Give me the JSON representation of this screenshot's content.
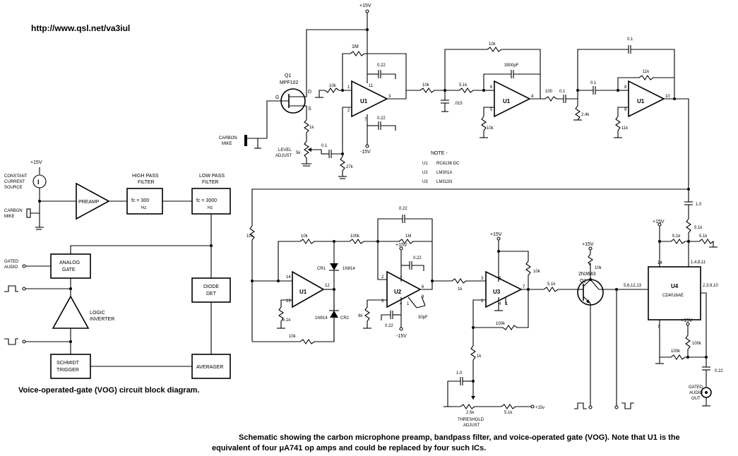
{
  "url": "http://www.qsl.net/va3iul",
  "block": {
    "caption": "Voice-operated-gate (VOG) circuit block diagram.",
    "supply": "+15V",
    "source_label": [
      "CONSTANT",
      "CURRENT",
      "SOURCE"
    ],
    "source_symbol": "I",
    "mike_label": [
      "CARBON",
      "MIKE"
    ],
    "preamp": "PREAMP",
    "hpf_title": [
      "HIGH PASS",
      "FILTER"
    ],
    "hpf_value": [
      "fc = 300",
      "Hz"
    ],
    "lpf_title": [
      "LOW PASS",
      "FILTER"
    ],
    "lpf_value": [
      "fc = 3000",
      "Hz"
    ],
    "analog_gate": [
      "ANALOG",
      "GATE"
    ],
    "gated_audio": [
      "GATED",
      "AUDIO"
    ],
    "diode_det": [
      "DIODE",
      "DET"
    ],
    "logic_inverter": [
      "LOGIC",
      "INVERTER"
    ],
    "schmitt": [
      "SCHMIDT",
      "TRIGGER"
    ],
    "averager": "AVERAGER"
  },
  "schematic": {
    "caption_lines": [
      "Schematic showing the carbon microphone preamp, bandpass filter, and voice-operated gate (VOG). Note that U1 is the",
      "equivalent of four μA741 op amps and could be replaced by four such ICs."
    ],
    "supplies": {
      "pos": "+15V",
      "neg": "-15V",
      "pos_short": "+15v"
    },
    "note": {
      "title": "NOTE -",
      "lines": [
        {
          "ref": "U1",
          "part": "RC4136  DC"
        },
        {
          "ref": "U2",
          "part": "LM301A"
        },
        {
          "ref": "U3",
          "part": "LM311N"
        }
      ]
    },
    "opamps": {
      "u1": "U1",
      "u2": "U2",
      "u3": "U3",
      "u4": "U4",
      "u4_part": "CD4016AE"
    },
    "transistors": {
      "q1_ref": "Q1",
      "q1_part": "MPF102",
      "q1_g": "G",
      "q1_d": "D",
      "q1_s": "S",
      "q2_ref": "Q2",
      "q2_part": "2N3643"
    },
    "diodes": {
      "cr1": "CR1",
      "cr2": "CR2",
      "part": "1N914"
    },
    "labels": {
      "carbon_mike": [
        "CARBON",
        "MIKE"
      ],
      "level_adjust": [
        "LEVEL",
        "ADJUST"
      ],
      "threshold_adjust": [
        "THRESHOLD",
        "ADJUST"
      ],
      "gated_audio_out": [
        "GATED",
        "AUDIO",
        "OUT"
      ]
    },
    "values": {
      "r_1m": "1M",
      "r_10k": "10k",
      "r_1k": "1k",
      "r_5k": "5k",
      "r_27k": "27k",
      "r_51k": "5.1k",
      "r_24k": "2.4k",
      "r_11k": "11k",
      "r_9k": "9k",
      "r_100k": "100k",
      "r_100": "100",
      "r_25k": "2.5k",
      "c_022": "0.22",
      "c_01": "0.1",
      "c_015": ".015",
      "c_3900": "3900pF",
      "c_10": "1.0",
      "c_30p": "30pF"
    },
    "pins": {
      "u1a_in_minus": "1",
      "u1a_in_plus": "2",
      "u1a_out": "3",
      "u1a_v": "11",
      "u1a_v2": "7",
      "u1b_in": "6",
      "u1b_in2": "5",
      "u1b_out": "4",
      "u1c_in": "8",
      "u1c_in2": "9",
      "u1c_out": "10",
      "u1d_in": "14",
      "u1d_in2": "13",
      "u1d_out": "12",
      "u2_p2": "2",
      "u2_p3": "3",
      "u2_p6": "6",
      "u2_p7": "7",
      "u2_p4": "4",
      "u2_p1": "1",
      "u2_p8": "8",
      "u3_p2": "2",
      "u3_p3": "3",
      "u3_p7": "7",
      "u3_p8": "8",
      "u3_p4": "4",
      "u3_p1": "1",
      "u4_left": "5,6,12,13",
      "u4_right": "2,3,9,10",
      "u4_top": "1,4,8,11",
      "u4_14": "14",
      "u4_7": "7"
    }
  }
}
